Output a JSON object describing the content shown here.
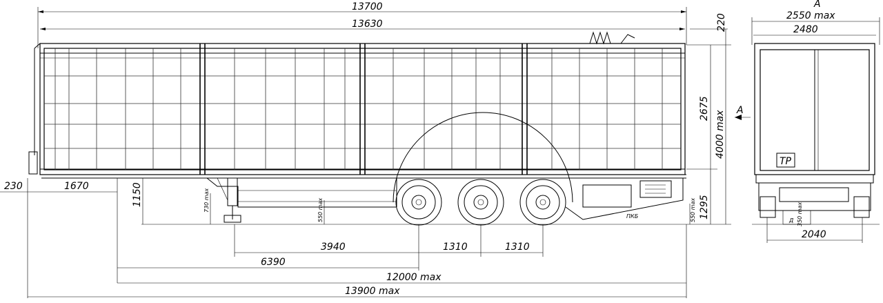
{
  "side_view": {
    "dim_overall_top": "13700",
    "dim_body_length": "13630",
    "dim_body_height": "2675",
    "dim_total_height": "4000 max",
    "dim_roof_gap": "220",
    "dim_deck_height": "1295",
    "dim_rear_clearance": "550 max",
    "dim_front_overhang": "230",
    "dim_kingpin_offset": "1670",
    "dim_kingpin_height": "1150",
    "dim_leg_small_a": "730 max",
    "dim_leg_small_b": "550 max",
    "dim_axle_spacing_main": "3940",
    "dim_axle_spacing_1": "1310",
    "dim_axle_spacing_2": "1310",
    "dim_kingpin_to_axle": "6390",
    "dim_chassis_length": "12000 max",
    "dim_total_length": "13900 max",
    "plate_label": "ПКБ"
  },
  "rear_view": {
    "section_label": "A",
    "view_arrow_label": "A",
    "dim_overall_width": "2550 max",
    "dim_body_width": "2480",
    "dim_track_width": "2040",
    "plate_label": "ТР",
    "small_mark": "Д",
    "small_dim": "350 max"
  }
}
